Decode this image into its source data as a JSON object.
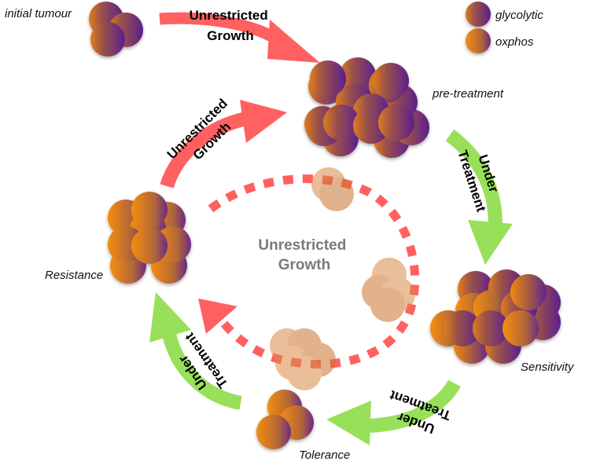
{
  "legend": {
    "items": [
      {
        "key": "glycolytic",
        "label": "glycolytic"
      },
      {
        "key": "oxphos",
        "label": "oxphos"
      }
    ]
  },
  "colors": {
    "glycolytic_start": "#C0662A",
    "glycolytic_end": "#5B1F8E",
    "oxphos_start": "#F28C10",
    "oxphos_end": "#A35A3A",
    "growth_arrow": "#FF6161",
    "treatment_arrow": "#98E05A",
    "center_text": "#7A7A7A"
  },
  "stages": {
    "initial": "initial tumour",
    "pre_treatment": "pre-treatment",
    "sensitivity": "Sensitivity",
    "tolerance": "Tolerance",
    "resistance": "Resistance"
  },
  "arrows": {
    "top_growth": {
      "line1": "Unrestricted",
      "line2": "Growth"
    },
    "left_growth": {
      "line1": "Unrestricted",
      "line2": "Growth"
    },
    "right_treatment": {
      "line1": "Under",
      "line2": "Treatment"
    },
    "bottom_treatment": {
      "line1": "Under",
      "line2": "Treatment"
    },
    "left_treatment": {
      "line1": "Under",
      "line2": "Treatment"
    },
    "center_growth": {
      "line1": "Unrestricted",
      "line2": "Growth"
    }
  }
}
